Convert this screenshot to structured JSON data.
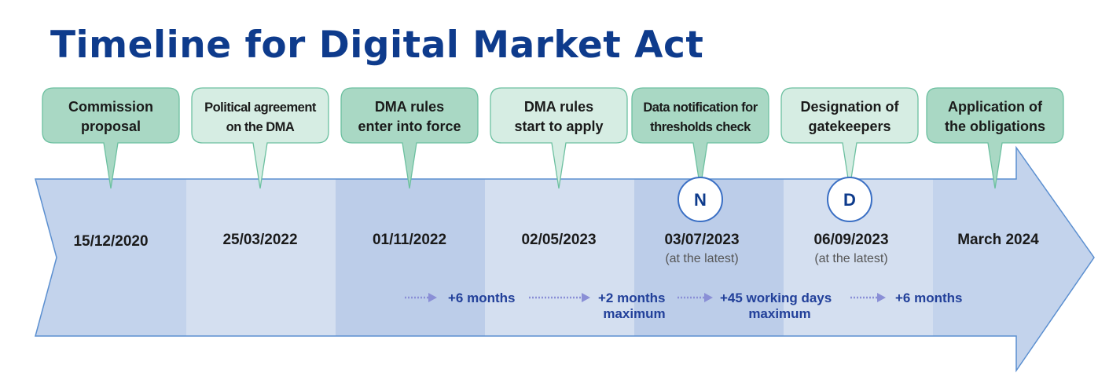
{
  "title": "Timeline for Digital Market Act",
  "colors": {
    "title": "#0e3b8c",
    "segment_dark": "#bccde9",
    "segment_light": "#d4dff0",
    "arrow_border": "#5b8fd0",
    "callout_dark": "#a9d8c4",
    "callout_light": "#d6ede3",
    "callout_border": "#6cc0a0",
    "duration_text": "#22409a"
  },
  "milestones": [
    {
      "line1": "Commission",
      "line2": "proposal",
      "date": "15/12/2020"
    },
    {
      "line1": "Political agreement",
      "line2": "on the DMA",
      "date": "25/03/2022"
    },
    {
      "line1": "DMA rules",
      "line2": "enter into force",
      "date": "01/11/2022"
    },
    {
      "line1": "DMA rules",
      "line2": "start to apply",
      "date": "02/05/2023"
    },
    {
      "line1": "Data notification for",
      "line2": "thresholds check",
      "date": "03/07/2023",
      "note": "(at the latest)",
      "marker": "N"
    },
    {
      "line1": "Designation of",
      "line2": "gatekeepers",
      "date": "06/09/2023",
      "note": "(at the latest)",
      "marker": "D"
    },
    {
      "line1": "Application of",
      "line2": "the obligations",
      "date": "March 2024"
    }
  ],
  "durations": [
    {
      "label": "+6 months"
    },
    {
      "label": "+2 months",
      "sub": "maximum"
    },
    {
      "label": "+45 working days",
      "sub": "maximum"
    },
    {
      "label": "+6 months"
    }
  ]
}
